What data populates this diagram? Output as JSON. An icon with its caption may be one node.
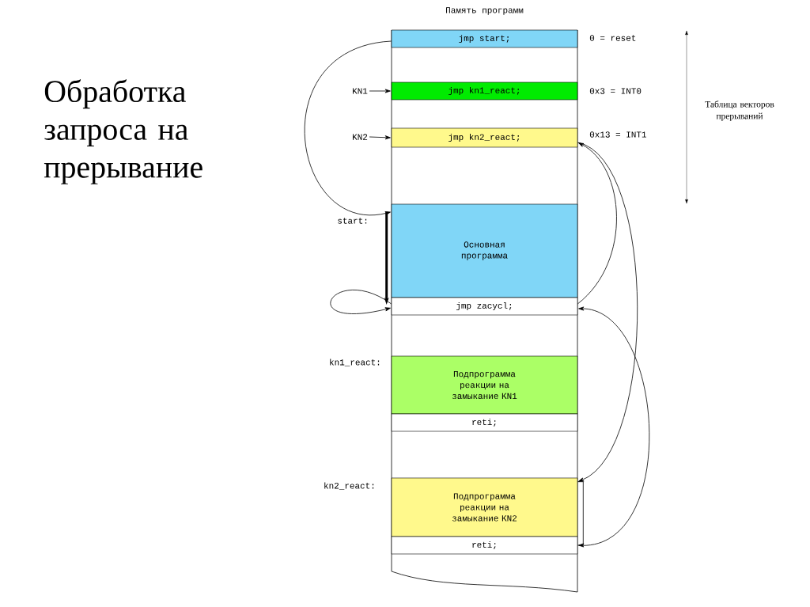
{
  "diagram": {
    "title": "Обработка запроса на прерывание",
    "nodes": [
      {
        "text": [
          "Память программ"
        ]
      },
      {
        "text": [
          "jmp start;"
        ],
        "in": 0,
        "beside": [
          "0 = reset"
        ]
      },
      {
        "text": [
          "KN1"
        ]
      },
      {
        "text": [
          "jmp kn1_react;"
        ],
        "in": 0,
        "beside": [
          "0x3 = INT0"
        ]
      },
      {
        "text": [
          "KN2"
        ]
      },
      {
        "text": [
          "jmp kn2_react;"
        ],
        "in": 0,
        "beside": [
          "0x13 = INT1"
        ]
      },
      {
        "text": [
          "Основная программа"
        ],
        "in": 0,
        "beside": [
          "start:"
        ]
      },
      {
        "text": [
          "jmp zacycl;"
        ],
        "in": 0
      },
      {
        "text": [
          "Подпрограмма реакции на замыкание KN1"
        ],
        "in": 0,
        "beside": [
          "kn1_react:"
        ]
      },
      {
        "text": [
          "reti;"
        ],
        "in": 0
      },
      {
        "text": [
          "Подпрограмма реакции на замыкание KN2"
        ],
        "in": 0,
        "beside": [
          "kn2_react:"
        ]
      },
      {
        "text": [
          "reti;"
        ],
        "in": 0
      }
    ],
    "edges": [
      {
        "from": 1,
        "to": 6,
        "arrow": "to"
      },
      {
        "from": 6,
        "to": 7,
        "arrow": "to",
        "style": "thick"
      },
      {
        "from": 7,
        "to": 7,
        "arrow": "to"
      },
      {
        "from": 2,
        "to": 3,
        "arrow": "to"
      },
      {
        "from": 4,
        "to": 5,
        "arrow": "to"
      },
      {
        "from": 7,
        "to": 5,
        "arrow": "to"
      },
      {
        "from": 5,
        "to": 10,
        "arrow": "to"
      },
      {
        "from": 10,
        "to": 11,
        "arrow": "to"
      },
      {
        "from": 11,
        "to": 7,
        "arrow": "to"
      }
    ],
    "labels": [
      "Таблица векторов прерываний"
    ]
  }
}
